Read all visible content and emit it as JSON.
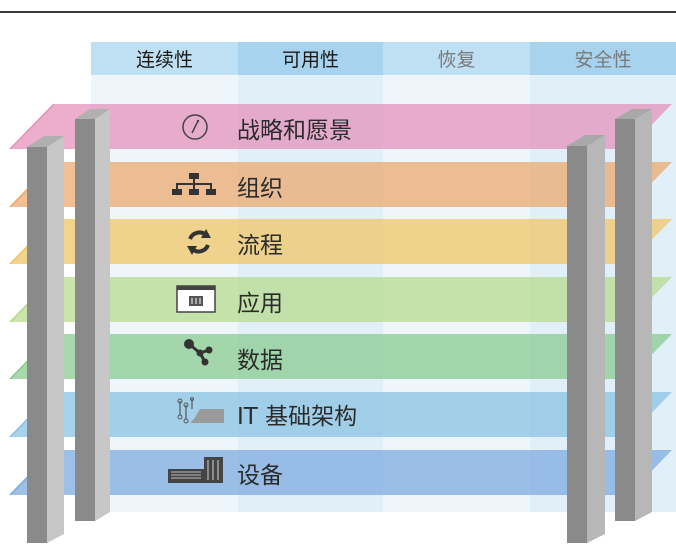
{
  "columns": [
    {
      "label": "连续性",
      "color": "#1a1a1a"
    },
    {
      "label": "可用性",
      "color": "#1a1a1a"
    },
    {
      "label": "恢复",
      "color": "#7a7a7a"
    },
    {
      "label": "安全性",
      "color": "#7a7a7a"
    }
  ],
  "layers": [
    {
      "label": "战略和愿景",
      "icon": "compass-icon",
      "color": "#e58fb8"
    },
    {
      "label": "组织",
      "icon": "org-chart-icon",
      "color": "#eca66a"
    },
    {
      "label": "流程",
      "icon": "refresh-cycle-icon",
      "color": "#f0c460"
    },
    {
      "label": "应用",
      "icon": "application-window-icon",
      "color": "#b6d98a"
    },
    {
      "label": "数据",
      "icon": "data-nodes-icon",
      "color": "#86c98a"
    },
    {
      "label": "IT 基础架构",
      "icon": "network-infrastructure-icon",
      "color": "#86c0e2"
    },
    {
      "label": "设备",
      "icon": "data-center-hardware-icon",
      "color": "#7aa8dc"
    }
  ]
}
